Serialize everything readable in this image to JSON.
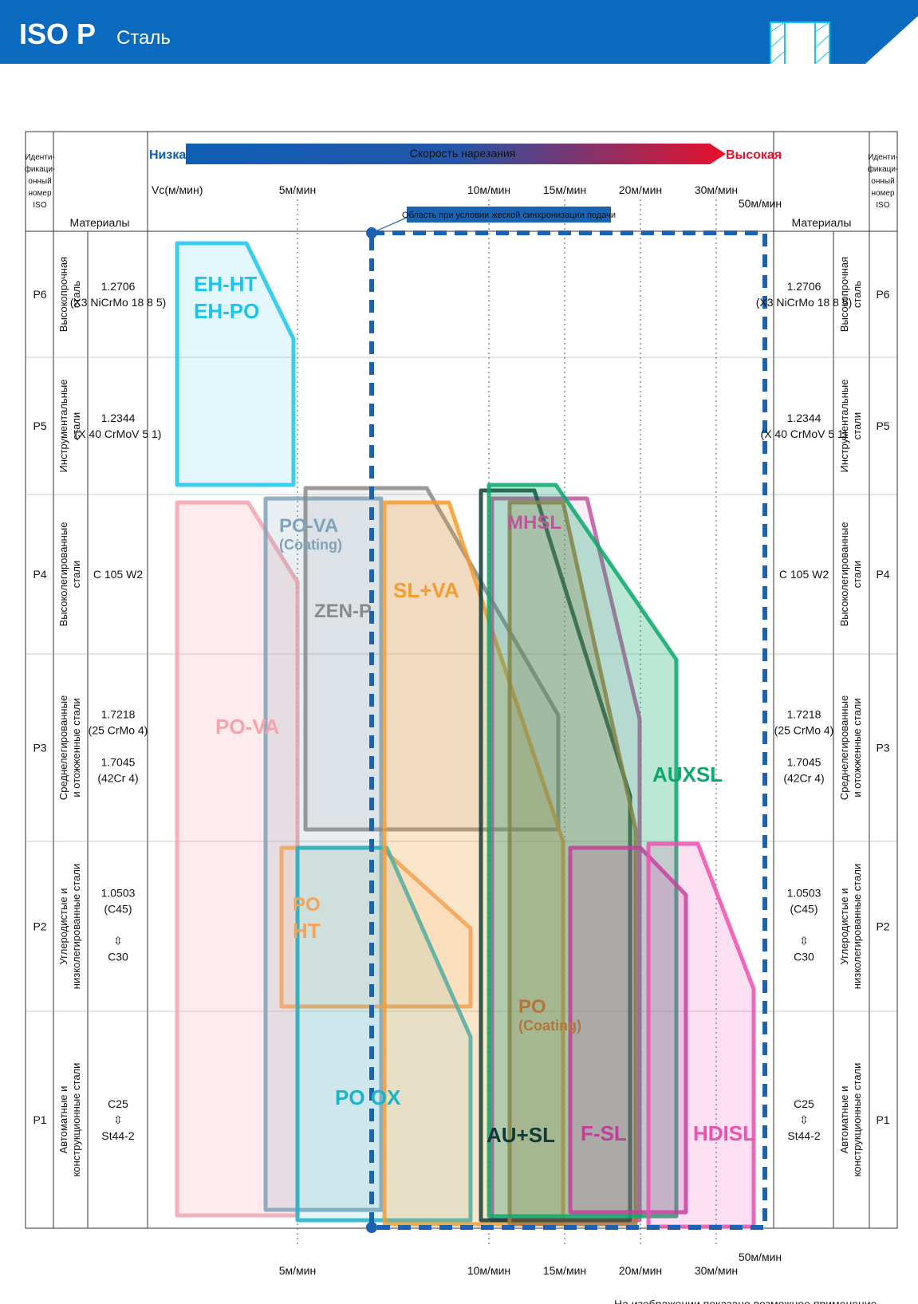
{
  "header": {
    "title_main": "ISO P",
    "title_sub": "Сталь",
    "icon": "hole-section-icon",
    "color": "#0a6abf"
  },
  "chart_data": {
    "type": "range-chart",
    "speed_bar": {
      "low_label": "Низкая",
      "high_label": "Высокая",
      "center_label": "Скорость нарезания"
    },
    "vc_label": "Vc(м/мин)",
    "x_ticks": [
      {
        "value": 5,
        "label": "5м/мин"
      },
      {
        "value": 10,
        "label": "10м/мин"
      },
      {
        "value": 15,
        "label": "15м/мин"
      },
      {
        "value": 20,
        "label": "20м/мин"
      },
      {
        "value": 30,
        "label": "30м/мин"
      },
      {
        "value": 50,
        "label": "50м/мин"
      }
    ],
    "sync_area_label": "Область при условии жеской синхронизации подачи",
    "headers": {
      "iso_id": [
        "Иденти-",
        "фикаци-",
        "онный",
        "номер",
        "ISO"
      ],
      "materials": "Материалы"
    },
    "rows": [
      {
        "id": "P6",
        "group": [
          "Высокопрочная",
          "сталь"
        ],
        "mat": [
          "1.2706",
          "(X3 NiCrMo 18 8 5)"
        ]
      },
      {
        "id": "P5",
        "group": [
          "Инструментальные",
          "стали"
        ],
        "mat": [
          "1.2344",
          "(X 40 CrMoV 5 1)"
        ]
      },
      {
        "id": "P4",
        "group": [
          "Высоколегированные",
          "стали"
        ],
        "mat": [
          "C 105 W2"
        ]
      },
      {
        "id": "P3",
        "group": [
          "Среднелегированные",
          "и отожженные стали"
        ],
        "mat": [
          "1.7218",
          "(25 CrMo 4)",
          "1.7045",
          "(42Cr 4)"
        ]
      },
      {
        "id": "P2",
        "group": [
          "Углеродистые и",
          "низколегированные стали"
        ],
        "mat": [
          "1.0503",
          "(C45)",
          "⇳",
          "C30"
        ]
      },
      {
        "id": "P1",
        "group": [
          "Автоматные и",
          "конструкционные стали"
        ],
        "mat": [
          "C25",
          "⇳",
          "St44-2"
        ]
      }
    ],
    "series": [
      {
        "name": "PO-VA",
        "color": "#f5a3ad",
        "range": [
          "P4",
          "P1"
        ]
      },
      {
        "name": "EH-HT",
        "color": "#19c5ef",
        "range": [
          "P6",
          "P5"
        ]
      },
      {
        "name": "EH-PO",
        "color": "#19c5ef",
        "range": [
          "P6",
          "P5"
        ]
      },
      {
        "name": "PO-VA",
        "sub": "(Coating)",
        "color": "#7fa3b8",
        "range": [
          "P4",
          "P1"
        ]
      },
      {
        "name": "ZEN-P",
        "color": "#8a8a8a",
        "range": [
          "P4",
          "P3"
        ]
      },
      {
        "name": "PO",
        "sub": "HT",
        "color": "#f5a25a",
        "range": [
          "P2",
          "P2"
        ]
      },
      {
        "name": "PO OX",
        "color": "#1ab3c9",
        "range": [
          "P2",
          "P1"
        ]
      },
      {
        "name": "SL+VA",
        "color": "#f39c2f",
        "range": [
          "P4",
          "P1"
        ]
      },
      {
        "name": "MHSL",
        "color": "#c0559e",
        "range": [
          "P4",
          "P3"
        ]
      },
      {
        "name": "AU+SL",
        "color": "#0f3b36",
        "range": [
          "P4",
          "P1"
        ]
      },
      {
        "name": "PO",
        "sub": "(Coating)",
        "color": "#b0763a",
        "range": [
          "P4",
          "P1"
        ]
      },
      {
        "name": "AUXSL",
        "color": "#0aa86b",
        "range": [
          "P4",
          "P1"
        ]
      },
      {
        "name": "F-SL",
        "color": "#c03f9a",
        "range": [
          "P2",
          "P1"
        ]
      },
      {
        "name": "HDISL",
        "color": "#ee4fb0",
        "range": [
          "P2",
          "P1"
        ]
      }
    ],
    "footnote": "На изображении показано возможное применение"
  }
}
